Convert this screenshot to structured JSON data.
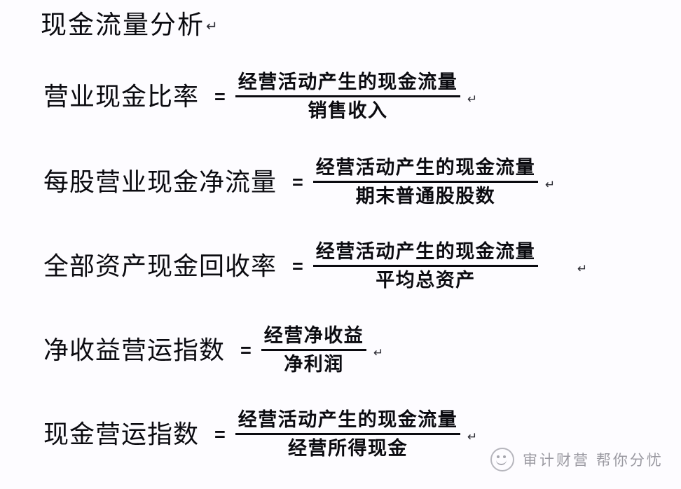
{
  "document": {
    "title": "现金流量分析",
    "title_return_mark": "↵",
    "background_color": "#fdfcff",
    "text_color": "#0b0b10",
    "equals_sign": "="
  },
  "formulas": [
    {
      "label": "营业现金比率",
      "equals": "=",
      "numerator": "经营活动产生的现金流量",
      "denominator": "销售收入",
      "return_mark": "↵"
    },
    {
      "label": "每股营业现金净流量",
      "equals": "=",
      "numerator": "经营活动产生的现金流量",
      "denominator": "期末普通股股数",
      "return_mark": "↵"
    },
    {
      "label": "全部资产现金回收率",
      "equals": "=",
      "numerator": "经营活动产生的现金流量",
      "denominator": "平均总资产",
      "return_mark": "↵"
    },
    {
      "label": "净收益营运指数",
      "equals": "=",
      "numerator": "经营净收益",
      "denominator": "净利润",
      "return_mark": "↵"
    },
    {
      "label": "现金营运指数",
      "equals": "=",
      "numerator": "经营活动产生的现金流量",
      "denominator": "经营所得现金",
      "return_mark": "↵"
    }
  ],
  "watermark": {
    "logo": "wechat-smile-logo",
    "text": "审计财营 帮你分忧"
  }
}
